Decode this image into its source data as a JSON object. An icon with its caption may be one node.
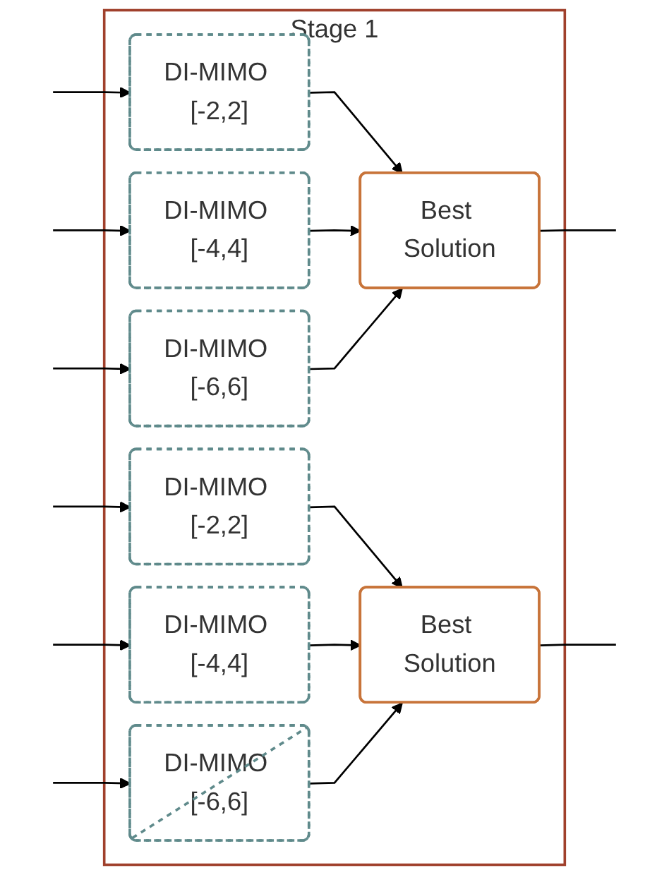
{
  "diagram": {
    "nodes": [
      {
        "text": [
          "Stage 1"
        ]
      },
      {
        "text": [
          "DI-MIMO [-2,2]"
        ],
        "in": 0
      },
      {
        "text": [
          "DI-MIMO [-4,4]"
        ],
        "in": 0
      },
      {
        "text": [
          "DI-MIMO [-6,6]"
        ],
        "in": 0
      },
      {
        "text": [
          "Best Solution"
        ],
        "in": 0
      },
      {
        "text": [
          "DI-MIMO [-2,2]"
        ],
        "in": 0
      },
      {
        "text": [
          "DI-MIMO [-4,4]"
        ],
        "in": 0
      },
      {
        "text": [
          "DI-MIMO [-6,6]"
        ],
        "in": 0
      },
      {
        "text": [
          "Best Solution"
        ],
        "in": 0
      }
    ],
    "edges": [
      {
        "from": null,
        "to": 1,
        "arrow": "to"
      },
      {
        "from": null,
        "to": 2,
        "arrow": "to"
      },
      {
        "from": null,
        "to": 3,
        "arrow": "to"
      },
      {
        "from": 1,
        "to": 4,
        "arrow": "to"
      },
      {
        "from": 2,
        "to": 4,
        "arrow": "to"
      },
      {
        "from": 3,
        "to": 4,
        "arrow": "to"
      },
      {
        "from": 4,
        "to": null,
        "arrow": "none"
      },
      {
        "from": null,
        "to": 5,
        "arrow": "to"
      },
      {
        "from": null,
        "to": 6,
        "arrow": "to"
      },
      {
        "from": null,
        "to": 7,
        "arrow": "to"
      },
      {
        "from": 5,
        "to": 8,
        "arrow": "to"
      },
      {
        "from": 6,
        "to": 8,
        "arrow": "to"
      },
      {
        "from": 7,
        "to": 8,
        "arrow": "to"
      },
      {
        "from": 8,
        "to": null,
        "arrow": "none"
      }
    ]
  }
}
